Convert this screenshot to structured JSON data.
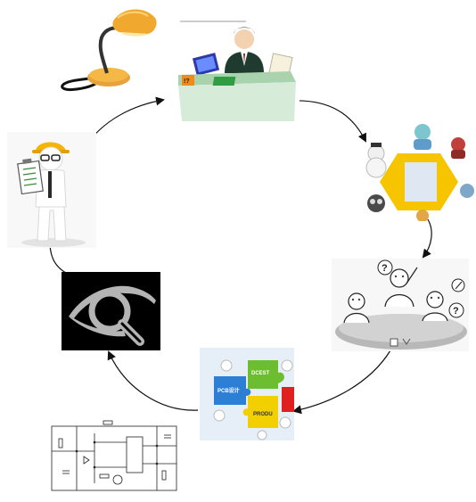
{
  "diagram": {
    "nodes": [
      {
        "id": "desk-lamp",
        "depicts": "desk lamp"
      },
      {
        "id": "office-worker",
        "depicts": "office worker at a service desk"
      },
      {
        "id": "hexagon-team",
        "depicts": "team of characters around a hexagon table"
      },
      {
        "id": "meeting",
        "depicts": "meeting discussion with question marks"
      },
      {
        "id": "puzzle-team",
        "depicts": "team assembling puzzle pieces"
      },
      {
        "id": "schematic",
        "depicts": "circuit schematic drawing"
      },
      {
        "id": "eye-magnifier",
        "depicts": "eye with magnifying glass icon"
      },
      {
        "id": "inspector",
        "depicts": "3D figure with hard hat and clipboard"
      }
    ],
    "cycle_order": [
      "office-worker",
      "hexagon-team",
      "meeting",
      "puzzle-team",
      "eye-magnifier",
      "inspector",
      "office-worker"
    ],
    "puzzle_labels": {
      "green": "DCEST",
      "blue": "PCB设计",
      "yellow": "PRODU"
    },
    "colors": {
      "arrow": "#111111",
      "hexagon": "#f7c500",
      "desk": "#d7ecd8",
      "puzzle_green": "#6cbd2f",
      "puzzle_blue": "#2d7fd6",
      "puzzle_yellow": "#f2d000",
      "puzzle_red": "#e02020"
    }
  }
}
